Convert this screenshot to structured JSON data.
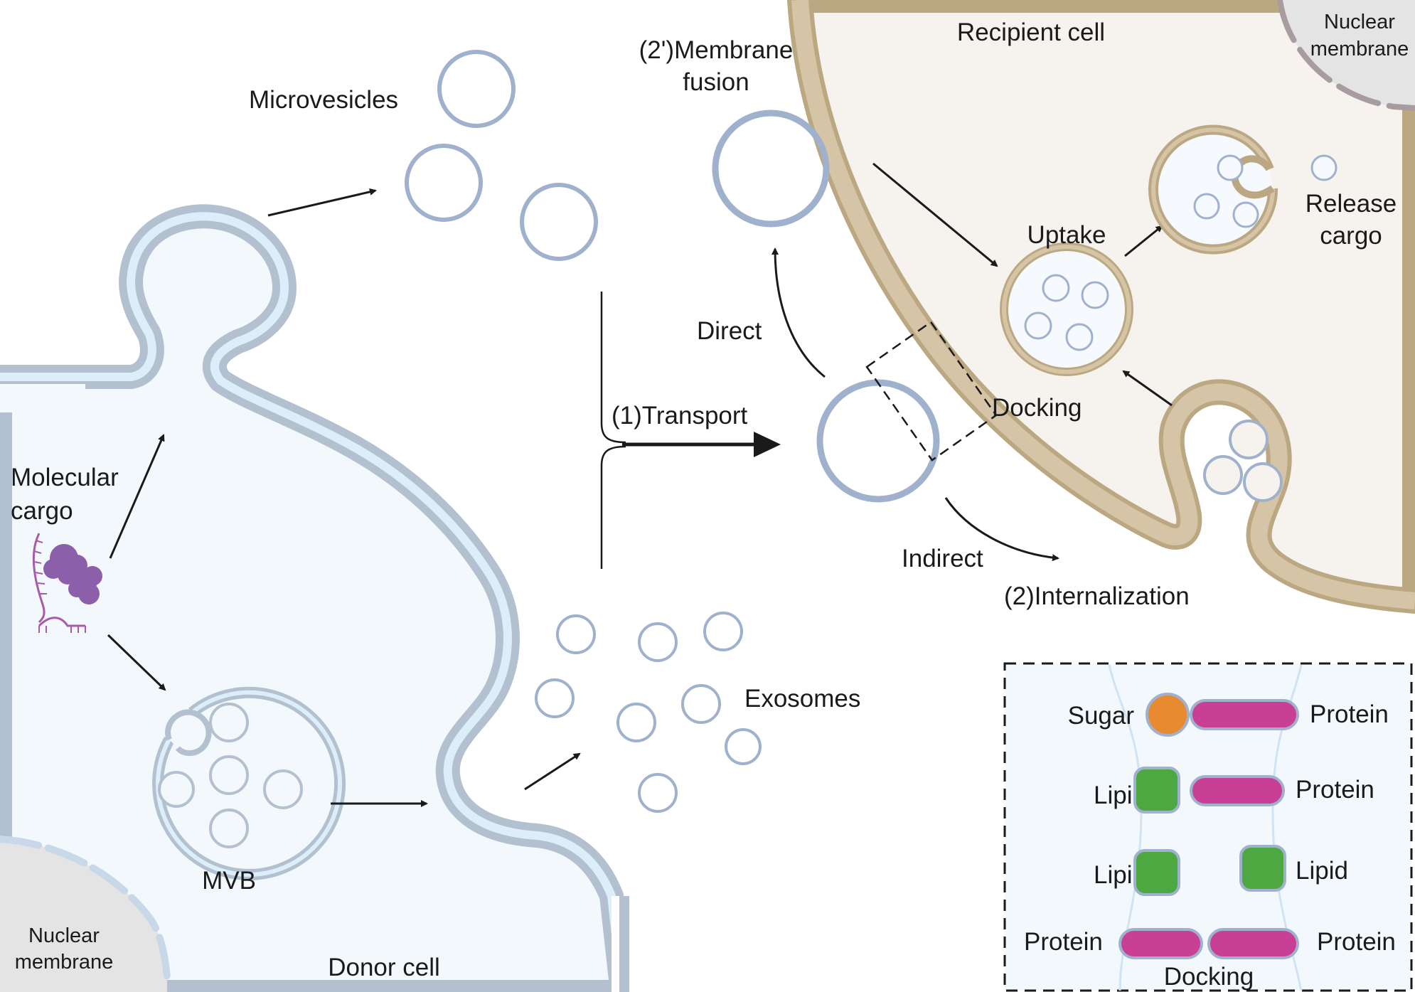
{
  "labels": {
    "microvesicles": "Microvesicles",
    "molecular_cargo_line1": "Molecular",
    "molecular_cargo_line2": "cargo",
    "mvb": "MVB",
    "nuclear_membrane_left_line1": "Nuclear",
    "nuclear_membrane_left_line2": "membrane",
    "donor_cell": "Donor cell",
    "exosomes": "Exosomes",
    "transport": "(1)Transport",
    "direct": "Direct",
    "membrane_fusion_line1": "(2')Membrane",
    "membrane_fusion_line2": "fusion",
    "recipient_cell": "Recipient cell",
    "nuclear_membrane_right_line1": "Nuclear",
    "nuclear_membrane_right_line2": "membrane",
    "uptake": "Uptake",
    "release_cargo_line1": "Release",
    "release_cargo_line2": "cargo",
    "docking": "Docking",
    "indirect": "Indirect",
    "internalization": "(2)Internalization"
  },
  "legend": {
    "title": "Docking",
    "rows": [
      {
        "left": "Sugar",
        "right": "Protein"
      },
      {
        "left": "Lipid",
        "right": "Protein"
      },
      {
        "left": "Lipid",
        "right": "Lipid"
      },
      {
        "left": "Protein",
        "right": "Protein"
      }
    ]
  },
  "colors": {
    "donor_membrane": "#b3c0cf",
    "donor_fill": "#f3f8fd",
    "donor_inner": "#ddeefb",
    "vesicle_stroke": "#9fb1cc",
    "recipient_membrane": "#d6c4a6",
    "recipient_outline": "#bba882",
    "recipient_fill": "#f6f3ee",
    "nucleus_fill": "#e4e4e4",
    "nucleus_stroke": "#a89ca0",
    "cargo": "#8b5fa9",
    "cargo_rna": "#a75ba8",
    "sugar": "#e88a2f",
    "lipid": "#4ea842",
    "protein": "#c83f95",
    "arrow": "#1a1a1a"
  }
}
